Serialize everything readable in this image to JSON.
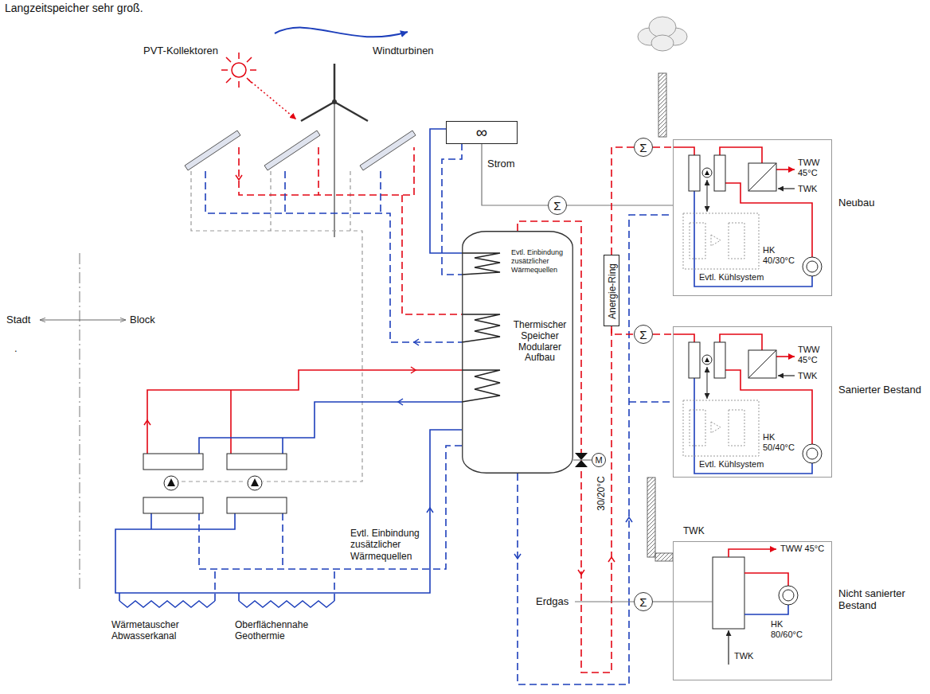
{
  "diagram": {
    "nodes": [
      {
        "text": [
          "∞"
        ]
      },
      {
        "text": [
          "Thermischer Speicher Modularer Aufbau"
        ]
      },
      {
        "text": [
          "Anergie-Ring"
        ]
      },
      {
        "text": [
          "Σ"
        ]
      },
      {
        "text": [
          "Σ"
        ]
      },
      {
        "text": [
          "Neubau"
        ]
      },
      {
        "text": [
          "Σ"
        ]
      },
      {
        "text": [
          "Sanierter Bestand"
        ]
      },
      {
        "text": [
          "M"
        ]
      },
      {
        "text": [
          "Σ"
        ]
      },
      {
        "text": [
          "Nicht sanierter Bestand"
        ]
      }
    ],
    "edges": [
      {
        "from": 0,
        "to": 4,
        "label": "Strom",
        "arrow": "none"
      },
      {
        "from": 4,
        "to": 5,
        "arrow": "none"
      },
      {
        "from": 2,
        "to": 3,
        "arrow": "none"
      },
      {
        "from": 3,
        "to": 5,
        "arrow": "none"
      },
      {
        "from": 2,
        "to": 6,
        "arrow": "none"
      },
      {
        "from": 6,
        "to": 7,
        "arrow": "none"
      },
      {
        "from": 0,
        "to": 1,
        "arrow": "none"
      },
      {
        "from": 1,
        "to": 8,
        "arrow": "none"
      },
      {
        "from": 9,
        "to": 10,
        "arrow": "none"
      }
    ],
    "labels": [
      "Langzeitspeicher sehr groß.",
      "PVT-Kollektoren",
      "Windturbinen",
      "Evtl. Einbindung zusätzlicher Wärmequellen",
      "Stadt",
      "Block",
      ".",
      "Evtl. Einbindung zusätzlicher Wärmequellen",
      "Wärmetauscher Abwasserkanal",
      "Oberflächennahe Geothermie",
      "30/20°C",
      "Erdgas",
      "TWW 45°C",
      "TWK",
      "HK 40/30°C",
      "Evtl. Kühlsystem",
      "TWW 45°C",
      "TWK",
      "HK 50/40°C",
      "Evtl. Kühlsystem",
      "TWK",
      "TWW 45°C",
      "HK 80/60°C",
      "TWK"
    ]
  }
}
